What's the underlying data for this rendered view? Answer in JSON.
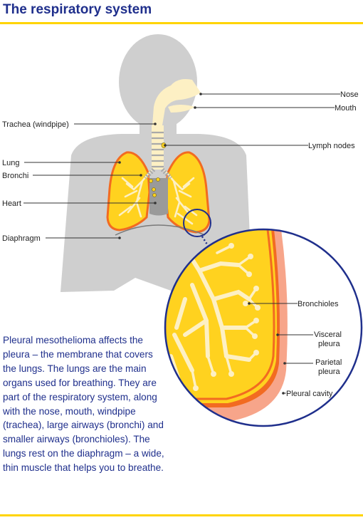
{
  "title": "The respiratory system",
  "colors": {
    "brand_blue": "#1f2f8c",
    "accent_yellow": "#ffd400",
    "lung_yellow": "#ffd21f",
    "lung_outline": "#f26b21",
    "silhouette_grey": "#cfcfcf",
    "airway_cream": "#fdf0c4",
    "pleural_cavity": "#f7a58a"
  },
  "labels": {
    "nose": "Nose",
    "mouth": "Mouth",
    "trachea": "Trachea (windpipe)",
    "lymph_nodes": "Lymph nodes",
    "lung": "Lung",
    "bronchi": "Bronchi",
    "heart": "Heart",
    "diaphragm": "Diaphragm",
    "bronchioles": "Bronchioles",
    "visceral_pleura_1": "Visceral",
    "visceral_pleura_2": "pleura",
    "parietal_pleura_1": "Parietal",
    "parietal_pleura_2": "pleura",
    "pleural_cavity": "Pleural cavity"
  },
  "description": "Pleural mesothelioma affects the pleura – the membrane that covers the lungs. The lungs are the main organs used for breathing. They are part of the respiratory system, along with the nose, mouth, windpipe (trachea), large airways (bronchi) and smaller airways (bronchioles). The lungs rest on the diaphragm – a wide, thin muscle that helps you to breathe."
}
